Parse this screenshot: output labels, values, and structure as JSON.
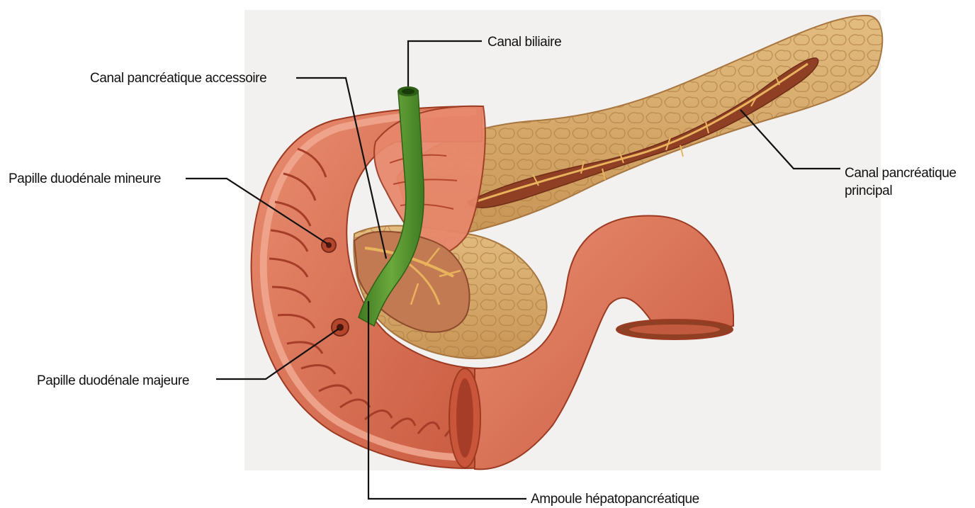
{
  "labels": {
    "biliary_duct": "Canal biliaire",
    "accessory_duct": "Canal pancréatique accessoire",
    "main_duct_line1": "Canal pancréatique",
    "main_duct_line2": "principal",
    "minor_papilla": "Papille duodénale mineure",
    "major_papilla": "Papille duodénale majeure",
    "ampulla": "Ampoule hépatopancréatique"
  },
  "colors": {
    "background_panel": "#f3f1ef",
    "pancreas": "#d8ad6c",
    "pancreas_lobule": "#b9874a",
    "pancreatic_duct": "#9a4a2b",
    "duct_highlight": "#e9b25c",
    "duodenum_outer": "#dd7a5e",
    "duodenum_wall": "#c9563a",
    "mucosal_fold": "#a63d28",
    "bile_duct": "#4f8b2a",
    "leader_line": "#111111"
  }
}
